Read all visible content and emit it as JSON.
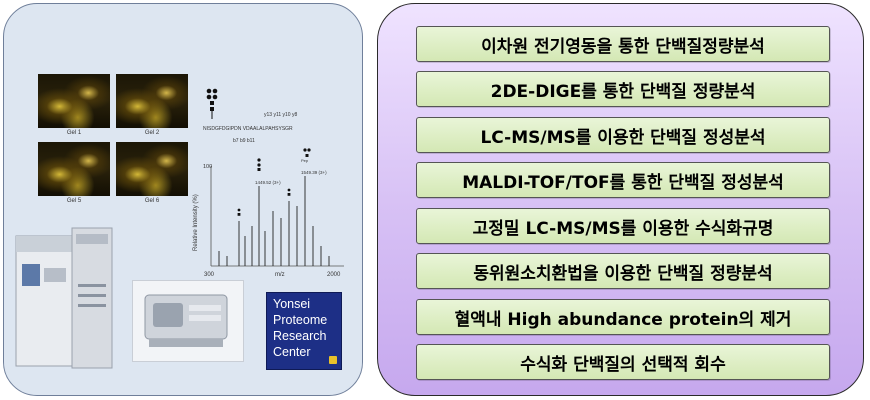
{
  "gels": [
    {
      "label": "Gel 1"
    },
    {
      "label": "Gel 2"
    },
    {
      "label": "Gel 5"
    },
    {
      "label": "Gel 6"
    }
  ],
  "spectrum": {
    "sequence": "NISDGFDGIPDN VDAALALPAHSYSGR",
    "y_axis_label": "Relative Intensity (%)",
    "x_axis_label": "m/z",
    "x_min_label": "300",
    "x_max_label": "2000",
    "y_tick": "100",
    "b_ions": "b7 b9 b11",
    "y_ions": "y13 y11 y10 y8",
    "peak_a": "1449.52 (3+)",
    "peak_b": "1549.39 (3+)",
    "glycan_label": "Pep"
  },
  "logo": {
    "lines": [
      "Yonsei",
      "Proteome",
      "Research",
      "Center"
    ]
  },
  "items": [
    "이차원 전기영동을 통한 단백질정량분석",
    "2DE-DIGE를 통한 단백질 정량분석",
    "LC-MS/MS를 이용한 단백질 정성분석",
    "MALDI-TOF/TOF를 통한 단백질 정성분석",
    "고정밀 LC-MS/MS를 이용한 수식화규명",
    "동위원소치환법을 이용한 단백질 정량분석",
    "혈액내 High abundance protein의 제거",
    "수식화 단백질의 선택적 회수"
  ],
  "colors": {
    "left_panel_bg": "#dde6f1",
    "right_panel_bg": "#d8c2f5",
    "item_bg": "#d4e8b4",
    "logo_bg": "#1d2f86"
  }
}
